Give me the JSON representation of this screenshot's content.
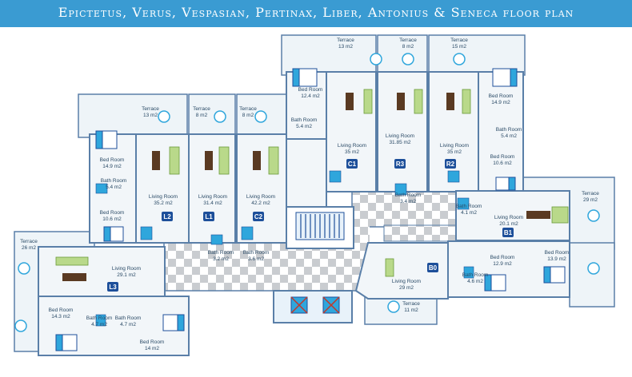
{
  "title": "Epictetus, Verus, Vespasian, Pertinax, Liber, Antonius & Seneca floor plan",
  "colors": {
    "banner": "#3a9bd2",
    "wall": "#5a7fa8",
    "floor": "#f2f6f9",
    "terrace": "#eef4f8",
    "badge": "#1d4f9a",
    "bath": "#2fa6dc"
  },
  "units": [
    {
      "id": "C1",
      "rooms": {
        "living": "Living Room",
        "living_area": "35 m2",
        "bed": "Bed Room",
        "bed_area": "12.4 m2",
        "bath": "Bath Room",
        "bath_area": "5.4 m2",
        "terrace": "Terrace",
        "terrace_area": "13 m2"
      }
    },
    {
      "id": "R3",
      "rooms": {
        "living": "Living Room",
        "living_area": "31.85 m2",
        "bath": "Bath Room",
        "bath_area": "3.4 m2",
        "terrace": "Terrace",
        "terrace_area": "8 m2"
      }
    },
    {
      "id": "R2",
      "rooms": {
        "living": "Living Room",
        "living_area": "35 m2",
        "bed": "Bed Room",
        "bed_area": "14.9 m2",
        "bed2": "Bed Room",
        "bed2_area": "10.6 m2",
        "bath": "Bath Room",
        "bath_area": "5.4 m2",
        "terrace": "Terrace",
        "terrace_area": "15 m2"
      }
    },
    {
      "id": "L2",
      "rooms": {
        "living": "Living Room",
        "living_area": "35.2 m2",
        "bed": "Bed Room",
        "bed_area": "14.9 m2",
        "bed2": "Bed Room",
        "bed2_area": "10.6 m2",
        "bath": "Bath Room",
        "bath_area": "5.4 m2",
        "terrace": "Terrace",
        "terrace_area": "13 m2"
      }
    },
    {
      "id": "L1",
      "rooms": {
        "living": "Living Room",
        "living_area": "31.4 m2",
        "bath": "Bath Room",
        "bath_area": "3.2 m2",
        "terrace": "Terrace",
        "terrace_area": "8 m2"
      }
    },
    {
      "id": "C2",
      "rooms": {
        "living": "Living Room",
        "living_area": "42.2 m2",
        "bath": "Bath Room",
        "bath_area": "3.6 m2",
        "terrace": "Terrace",
        "terrace_area": "8 m2"
      }
    },
    {
      "id": "L3",
      "rooms": {
        "living": "Living Room",
        "living_area": "29.1 m2",
        "bed": "Bed Room",
        "bed_area": "14.3 m2",
        "bed2": "Bed Room",
        "bed2_area": "14 m2",
        "bath": "Bath Room",
        "bath_area": "4.7 m2",
        "bath2": "Bath Room",
        "bath2_area": "4.7 m2",
        "terrace": "Terrace",
        "terrace_area": "26 m2"
      }
    },
    {
      "id": "B1",
      "rooms": {
        "living": "Living Room",
        "living_area": "20.1 m2",
        "bath": "Bath Room",
        "bath_area": "4.1 m2",
        "terrace": "Terrace",
        "terrace_area": "29 m2"
      }
    },
    {
      "id": "B0",
      "rooms": {
        "living": "Living Room",
        "living_area": "29 m2",
        "bed": "Bed Room",
        "bed_area": "12.9 m2",
        "bed2": "Bed Room",
        "bed2_area": "13.9 m2",
        "bath": "Bath Room",
        "bath_area": "4.6 m2",
        "terrace": "Terrace",
        "terrace_area": "11 m2"
      }
    }
  ]
}
